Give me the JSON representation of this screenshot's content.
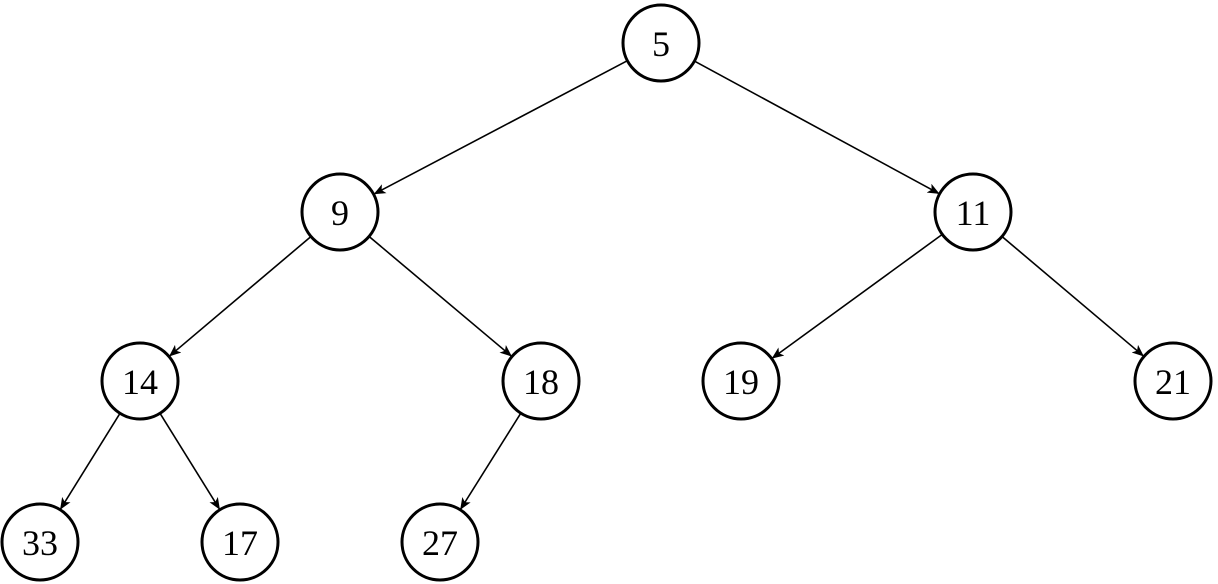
{
  "colors": {
    "background": "#ffffff",
    "stroke": "#000000",
    "text": "#000000"
  },
  "tree": {
    "type": "binary-tree",
    "nodes": [
      {
        "id": "n5",
        "label": "5"
      },
      {
        "id": "n9",
        "label": "9"
      },
      {
        "id": "n11",
        "label": "11"
      },
      {
        "id": "n14",
        "label": "14"
      },
      {
        "id": "n18",
        "label": "18"
      },
      {
        "id": "n19",
        "label": "19"
      },
      {
        "id": "n21",
        "label": "21"
      },
      {
        "id": "n33",
        "label": "33"
      },
      {
        "id": "n17",
        "label": "17"
      },
      {
        "id": "n27",
        "label": "27"
      }
    ],
    "edges": [
      {
        "from": "n5",
        "to": "n9"
      },
      {
        "from": "n5",
        "to": "n11"
      },
      {
        "from": "n9",
        "to": "n14"
      },
      {
        "from": "n9",
        "to": "n18"
      },
      {
        "from": "n11",
        "to": "n19"
      },
      {
        "from": "n11",
        "to": "n21"
      },
      {
        "from": "n14",
        "to": "n33"
      },
      {
        "from": "n14",
        "to": "n17"
      },
      {
        "from": "n18",
        "to": "n27"
      }
    ]
  }
}
